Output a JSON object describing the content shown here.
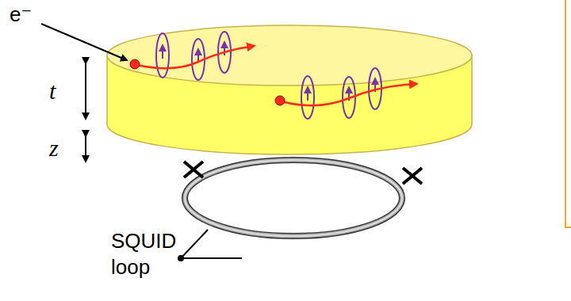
{
  "diagram": {
    "labels": [
      "e⁻",
      "t",
      "z",
      "SQUID loop"
    ]
  }
}
